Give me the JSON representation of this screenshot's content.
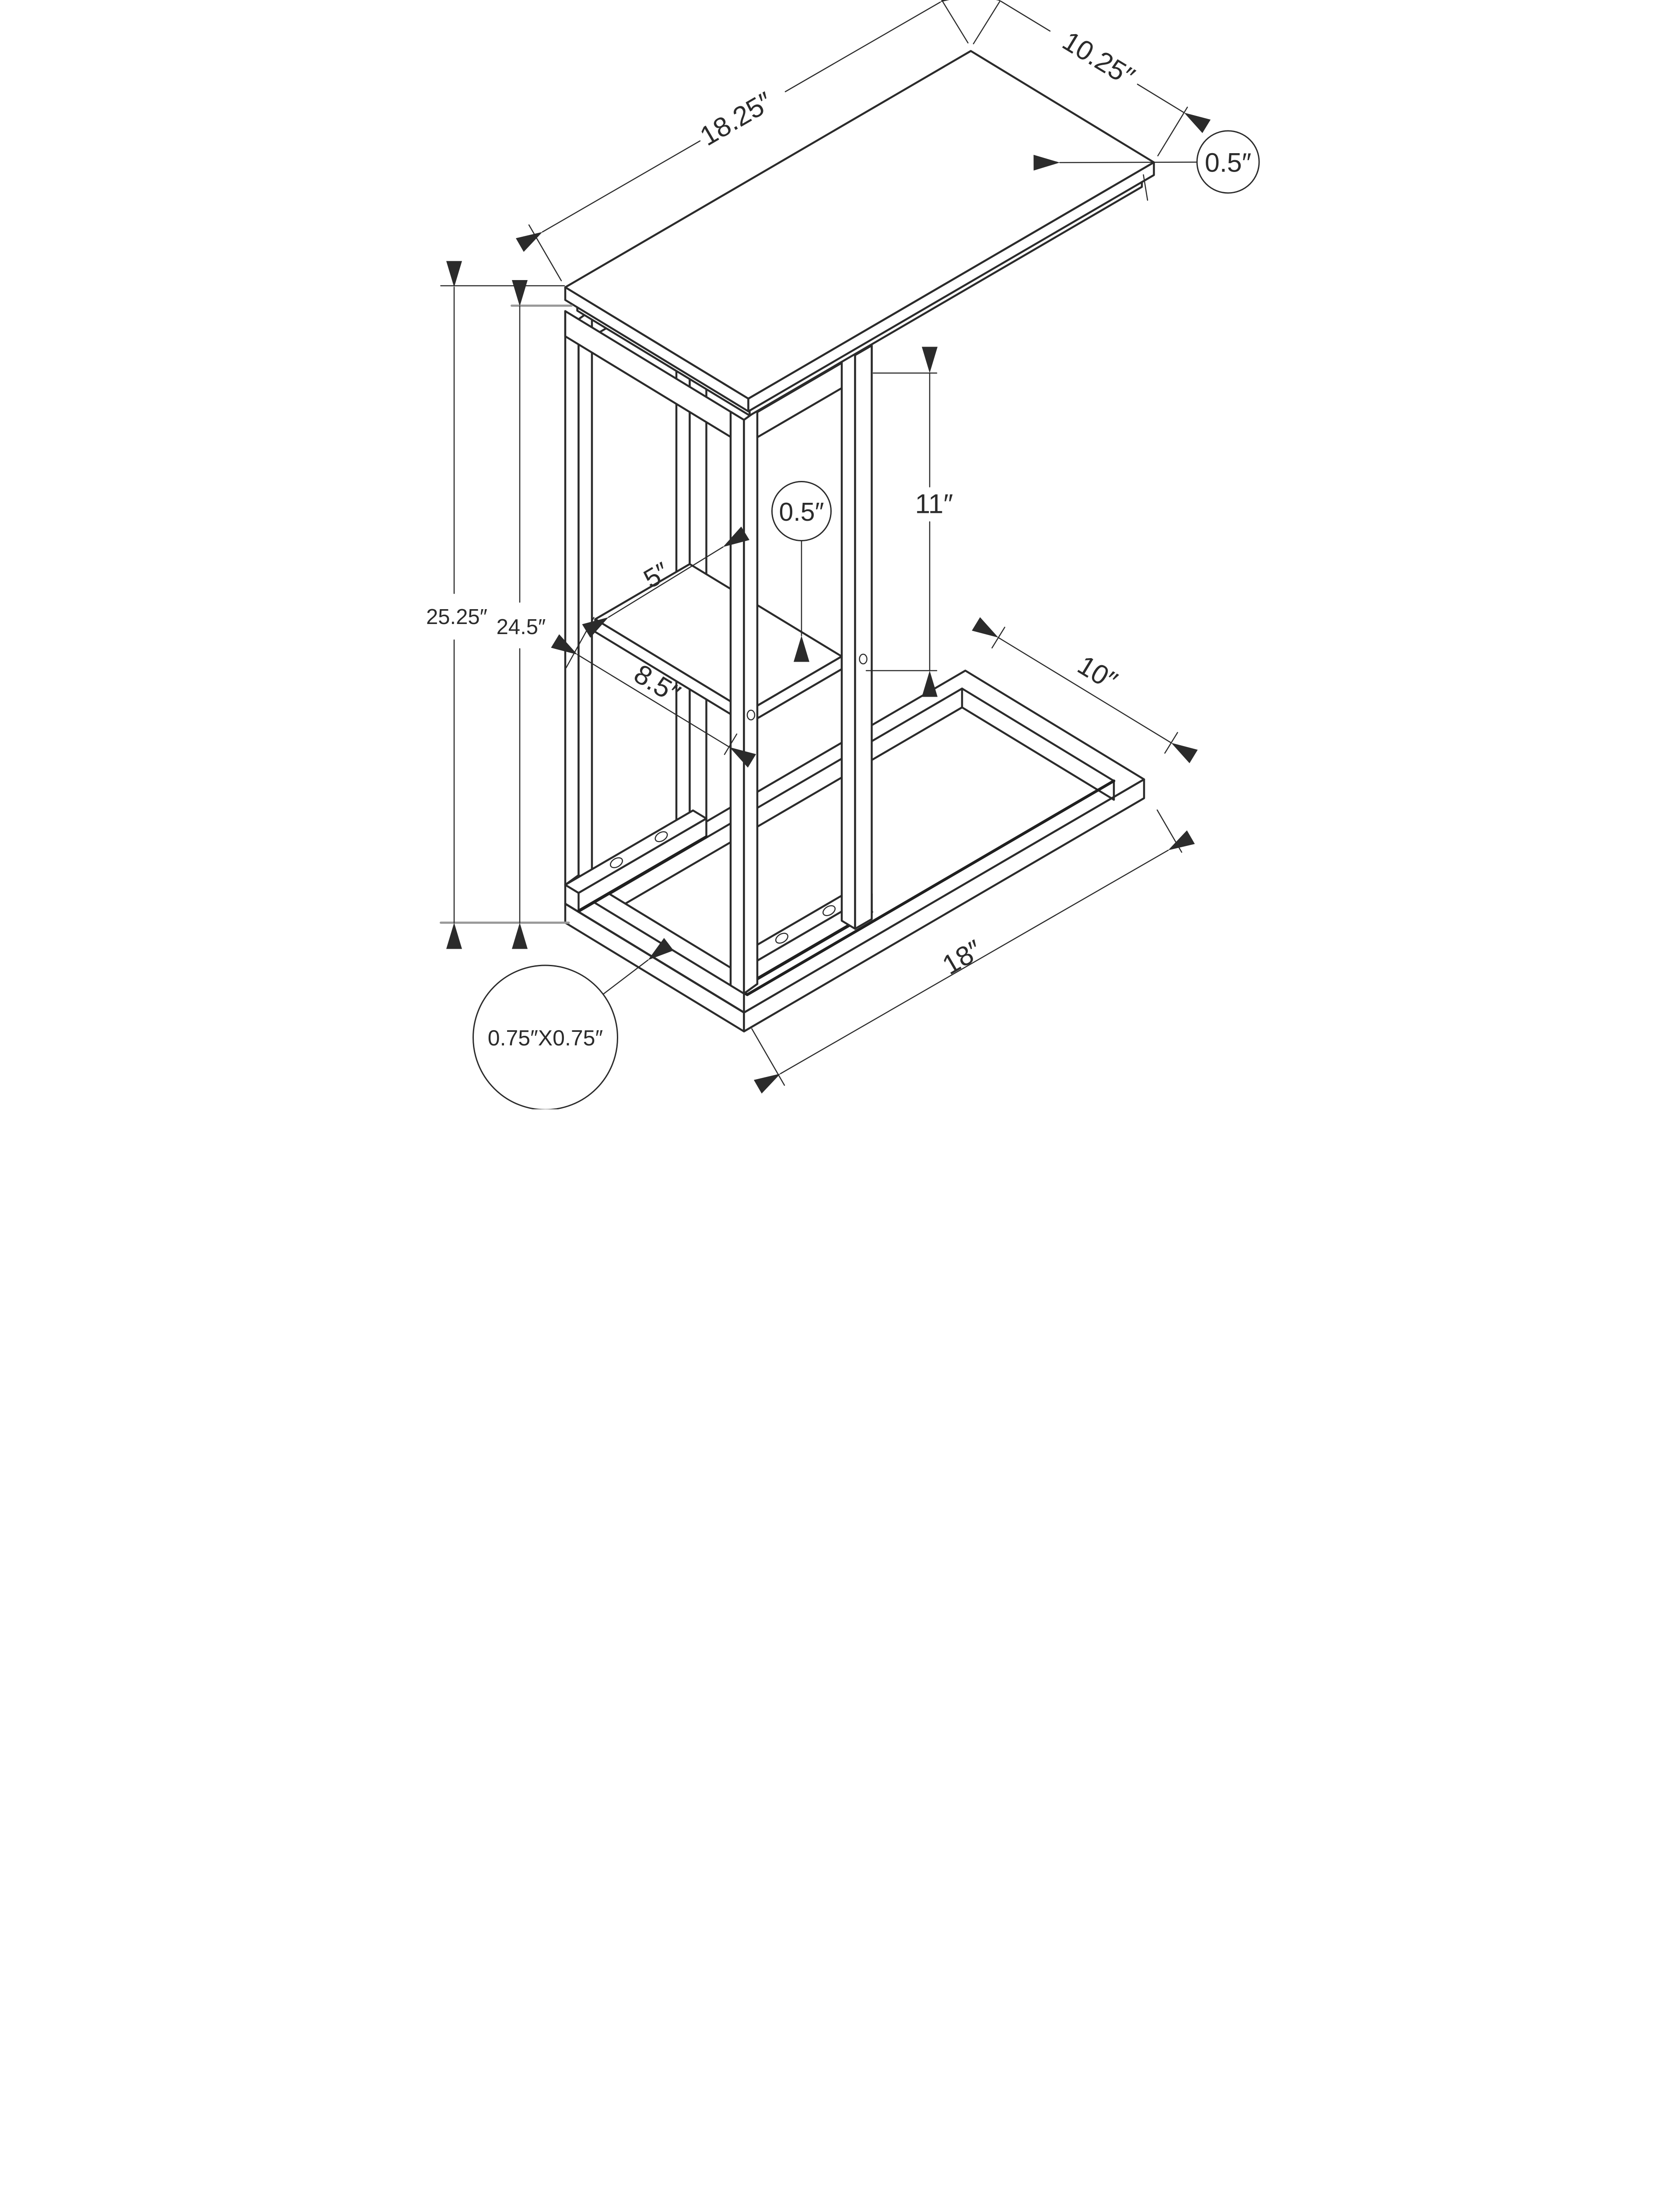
{
  "diagram": {
    "subject": "C-shaped accent side table isometric dimension drawing",
    "background": "#ffffff",
    "ink_color": "#2b2b2b",
    "muted_line_color": "#9a9a9a",
    "units": "inches",
    "dims": {
      "top_length": "18.25″",
      "top_width": "10.25″",
      "top_thickness": "0.5″",
      "overall_height": "25.25″",
      "frame_height": "24.5″",
      "clearance": "11″",
      "shelf_thickness": "0.5″",
      "shelf_depth": "5″",
      "shelf_width": "8.5″",
      "base_width": "10″",
      "base_length": "18″",
      "tube_profile": "0.75″X0.75″"
    }
  }
}
